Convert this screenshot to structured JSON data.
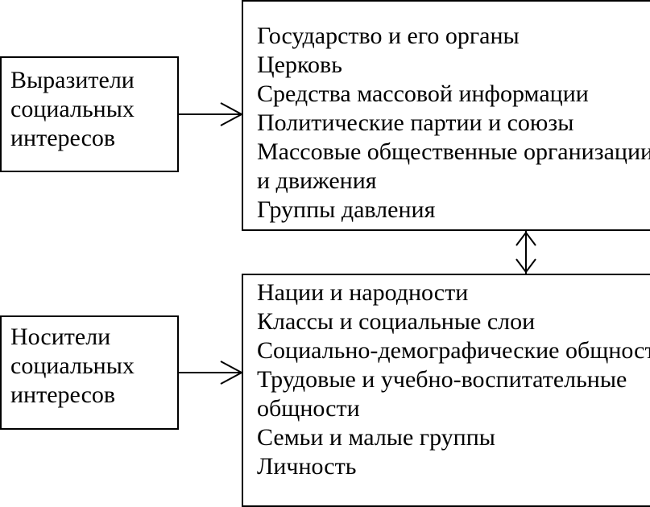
{
  "expressers": {
    "lines": [
      "Выразители",
      "социальных",
      "интересов"
    ]
  },
  "bearers": {
    "lines": [
      "Носители",
      "социальных",
      "интересов"
    ]
  },
  "expressers_list": {
    "items": [
      "Государство и его органы",
      "Церковь",
      "Средства массовой информации",
      "Политические партии и союзы",
      "Массовые общественные организации",
      "и движения",
      "Группы давления"
    ]
  },
  "bearers_list": {
    "items": [
      "Нации и народности",
      "Классы и социальные слои",
      "Социально-демографические общности",
      "Трудовые и учебно-воспитательные",
      "общности",
      "Семьи и малые группы",
      "Личность"
    ]
  }
}
